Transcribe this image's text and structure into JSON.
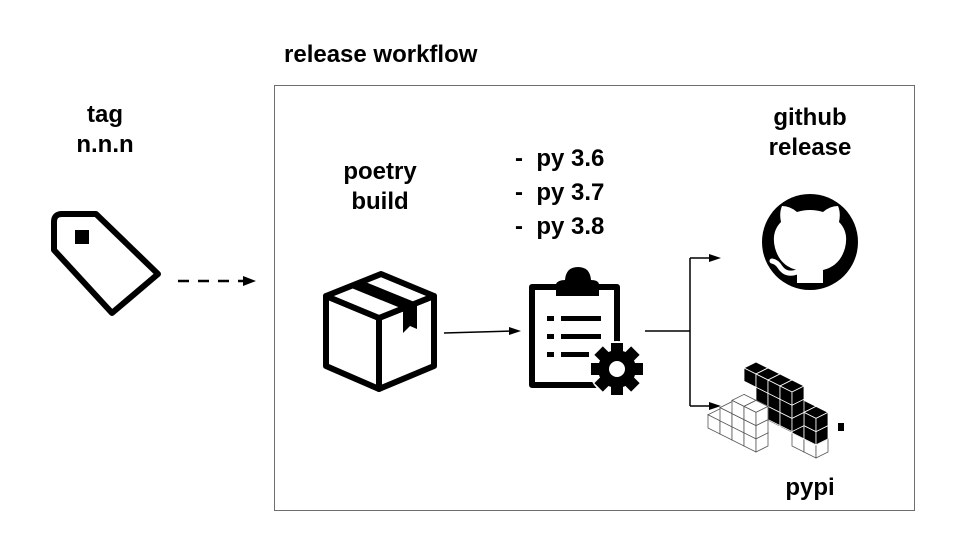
{
  "workflow": {
    "title": "release workflow"
  },
  "tag": {
    "line1": "tag",
    "line2": "n.n.n"
  },
  "build": {
    "line1": "poetry",
    "line2": "build"
  },
  "matrix": {
    "items": [
      "-  py 3.6",
      "-  py 3.7",
      "-  py 3.8"
    ]
  },
  "github": {
    "line1": "github",
    "line2": "release"
  },
  "pypi": {
    "label": "pypi"
  },
  "icons": [
    "tag-icon",
    "box-icon",
    "clipboard-gear-icon",
    "github-icon",
    "pypi-icon"
  ],
  "colors": {
    "stroke": "#000000",
    "frame": "#6e6e6e",
    "background": "#ffffff"
  }
}
